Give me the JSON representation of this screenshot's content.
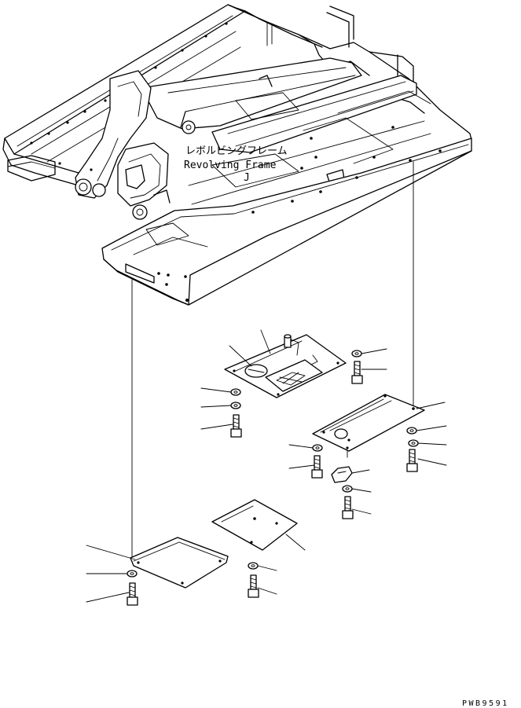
{
  "diagram": {
    "label_jp": "レボルビングフレーム",
    "label_en": "Revolving Frame",
    "label_mark": "J",
    "drawing_code": "PWB9591"
  }
}
